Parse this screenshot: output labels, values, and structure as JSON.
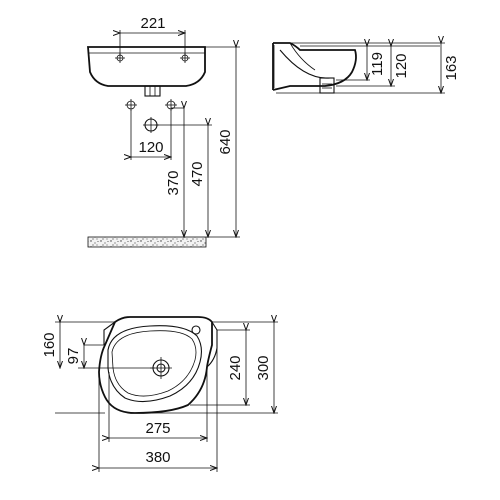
{
  "dimensions": {
    "top_width": "221",
    "side_119": "119",
    "side_120": "120",
    "side_163": "163",
    "pipe_spacing": "120",
    "height_640": "640",
    "height_470": "470",
    "height_370": "370",
    "plan_160": "160",
    "plan_97": "97",
    "plan_240": "240",
    "plan_300": "300",
    "plan_275": "275",
    "plan_380": "380"
  }
}
